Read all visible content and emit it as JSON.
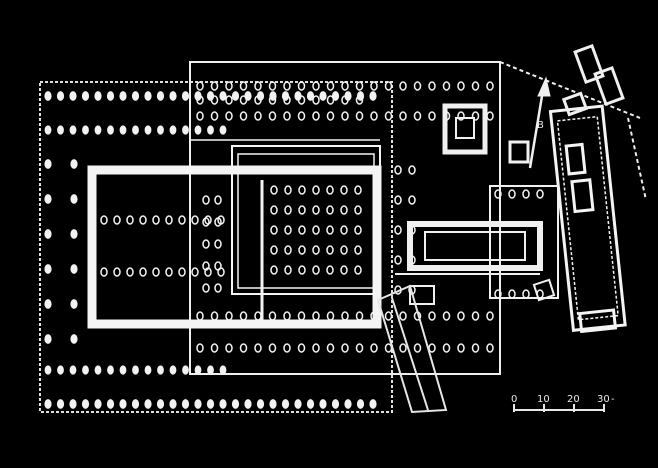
{
  "drawing": {
    "background": "#000000",
    "line_color": "#eeeeee",
    "column_color": "#f2f2f2",
    "north_arrow_label": "B"
  },
  "scale_bar": {
    "labels": [
      "0",
      "10",
      "20",
      "30"
    ],
    "suffix": "-"
  }
}
